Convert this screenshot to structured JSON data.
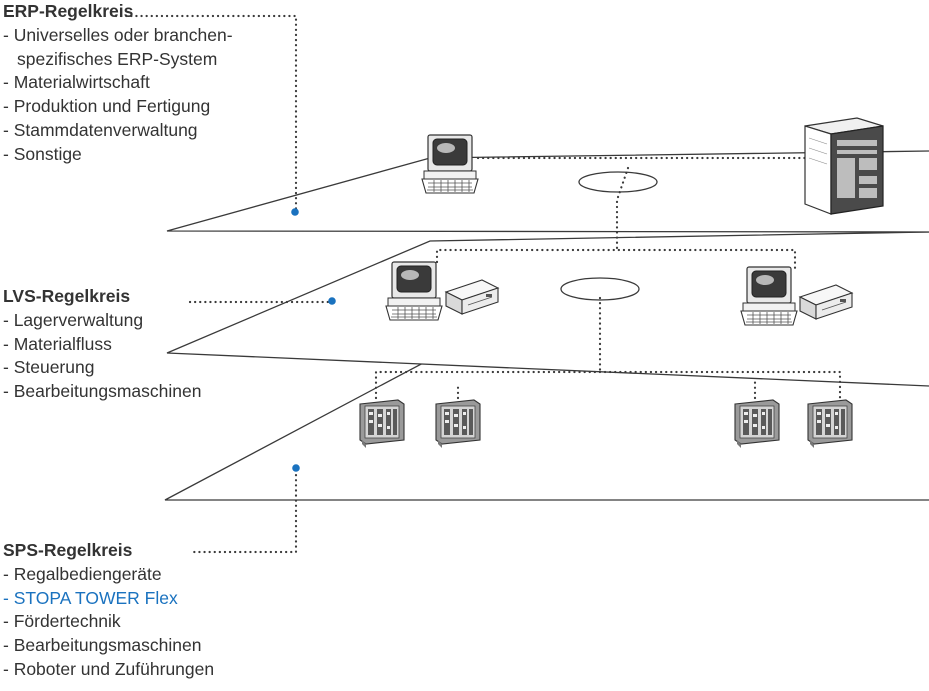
{
  "colors": {
    "text": "#333333",
    "accent": "#1a72bf",
    "plane_stroke": "#3a3a3a",
    "dots": "#3a3a3a",
    "marker": "#1a72bf"
  },
  "erp": {
    "title": "ERP-Regelkreis",
    "items": [
      "- Universelles oder branchen-",
      "spezifisches ERP-System",
      "- Materialwirtschaft",
      "- Produktion und Fertigung",
      "- Stammdatenverwaltung",
      "- Sonstige"
    ]
  },
  "lvs": {
    "title": "LVS-Regelkreis",
    "items": [
      "- Lagerverwaltung",
      "- Materialfluss",
      "- Steuerung",
      "- Bearbeitungsmaschinen"
    ]
  },
  "sps": {
    "title": "SPS-Regelkreis",
    "items": [
      "- Regalbediengeräte",
      "- STOPA TOWER Flex",
      "- Fördertechnik",
      "- Bearbeitungsmaschinen",
      "- Roboter und Zuführungen"
    ]
  },
  "icons": {
    "erp_workstation": "computer-terminal-icon",
    "erp_server": "server-tower-icon",
    "lvs_workstation": "computer-terminal-icon",
    "lvs_printer": "printer-icon",
    "sps_controller": "plc-controller-icon"
  }
}
